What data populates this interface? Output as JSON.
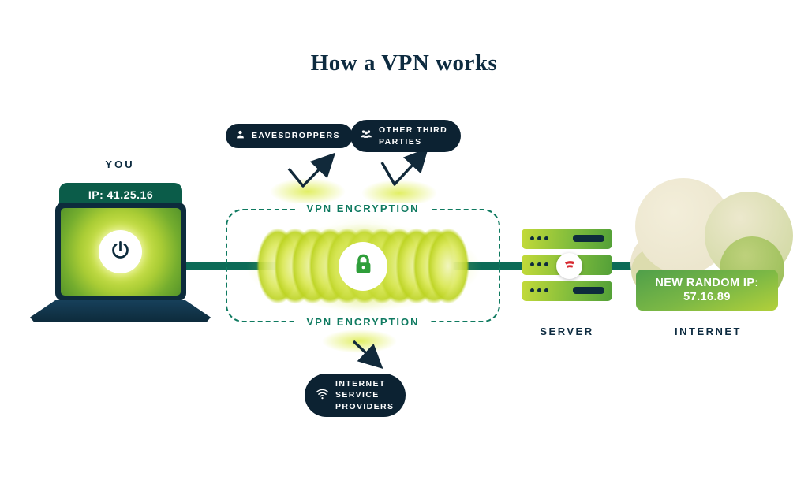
{
  "title": "How a VPN works",
  "you": {
    "label": "YOU",
    "ip_badge": "IP: 41.25.16"
  },
  "tunnel": {
    "top_label": "VPN ENCRYPTION",
    "bottom_label": "VPN ENCRYPTION"
  },
  "threats": {
    "eavesdroppers": {
      "label": "EAVESDROPPERS",
      "icon": "person-icon"
    },
    "other_third_parties": {
      "label": "OTHER THIRD PARTIES",
      "icon": "group-icon"
    },
    "isp": {
      "label": "INTERNET SERVICE PROVIDERS",
      "icon": "wifi-icon"
    }
  },
  "server": {
    "label": "SERVER"
  },
  "internet": {
    "label": "INTERNET",
    "new_ip_line1": "NEW RANDOM IP:",
    "new_ip_line2": "57.16.89"
  },
  "colors": {
    "navy": "#0d2b3c",
    "dark_pill": "#0c2232",
    "teal_line": "#0c6b57",
    "tunnel_teal": "#0f7a60",
    "ip_badge_green": "#0b5c49",
    "accent_green": "#7ab93c",
    "coil_yellow_green": "#dce95e",
    "lock_green": "#2f9e3a",
    "brand_red": "#d7282f",
    "cloud_cream": "#ece6cf"
  }
}
